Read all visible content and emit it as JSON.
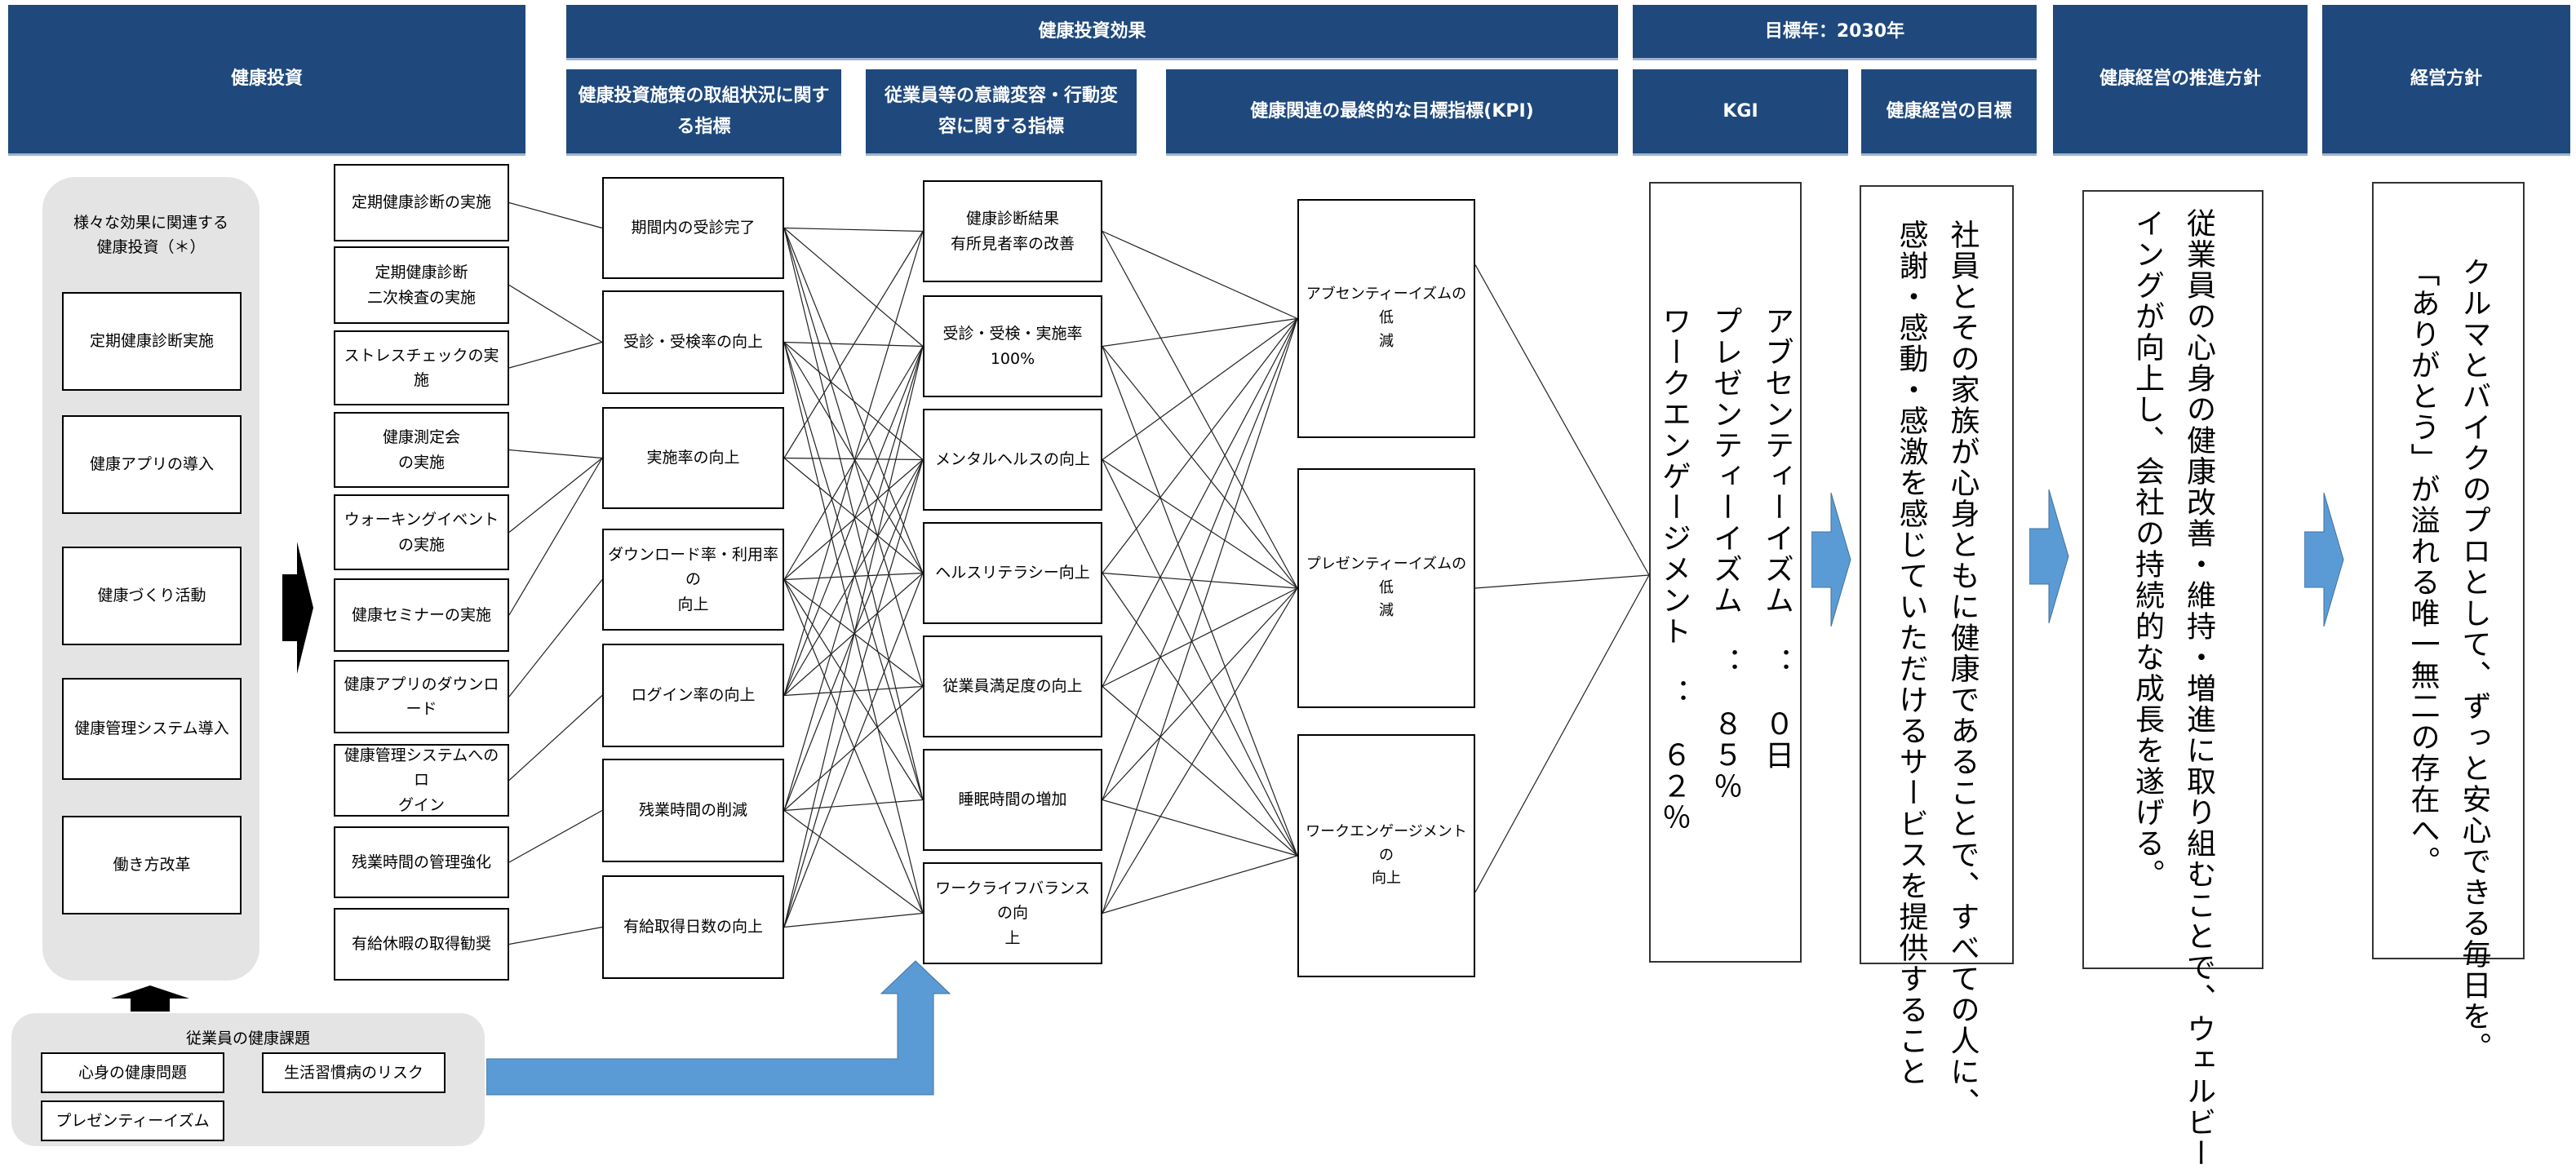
{
  "headers": {
    "investment": "健康投資",
    "effect": "健康投資効果",
    "effect_sub1": "健康投資施策の取組状況に関する指標",
    "effect_sub2": "従業員等の意識変容・行動変容に関する指標",
    "effect_sub3": "健康関連の最終的な目標指標(KPI)",
    "target_year": "目標年：2030年",
    "kgi": "KGI",
    "goal": "健康経営の目標",
    "policy": "健康経営の推進方針",
    "management": "経営方針"
  },
  "left_panel": {
    "title": "様々な効果に関連する\n健康投資（＊）",
    "items": [
      "定期健康診断実施",
      "健康アプリの導入",
      "健康づくり活動",
      "健康管理システム導入",
      "働き方改革"
    ]
  },
  "issues": {
    "title": "従業員の健康課題",
    "items": [
      "心身の健康問題",
      "生活習慣病のリスク",
      "プレゼンティーイズム"
    ]
  },
  "col1": [
    "定期健康診断の実施",
    "定期健康診断\n二次検査の実施",
    "ストレスチェックの実施",
    "健康測定会\nの実施",
    "ウォーキングイベント\nの実施",
    "健康セミナーの実施",
    "健康アプリのダウンロード",
    "健康管理システムへのロ\nグイン",
    "残業時間の管理強化",
    "有給休暇の取得勧奨"
  ],
  "col2": [
    "期間内の受診完了",
    "受診・受検率の向上",
    "実施率の向上",
    "ダウンロード率・利用率の\n向上",
    "ログイン率の向上",
    "残業時間の削減",
    "有給取得日数の向上"
  ],
  "col3": [
    "健康診断結果\n有所見者率の改善",
    "受診・受検・実施率\n100%",
    "メンタルヘルスの向上",
    "ヘルスリテラシー向上",
    "従業員満足度の向上",
    "睡眠時間の増加",
    "ワークライフバランスの向\n上"
  ],
  "kpi": [
    "アブセンティーイズムの低\n減",
    "プレゼンティーイズムの低\n減",
    "ワークエンゲージメントの\n向上"
  ],
  "kgi_lines": [
    "アブセンティーイズム　：　０日",
    "プレゼンティーイズム　：　８５％",
    "ワークエンゲージメント　：　６２％"
  ],
  "goal_text": "社員とその家族が心身ともに健康であることで、すべての人に、\n感謝・感動・感激を感じていただけるサービスを提供すること",
  "policy_text": "従業員の心身の健康改善・維持・増進に取り組むことで、ウェルビー\nイングが向上し、会社の持続的な成長を遂げる。",
  "management_text": "クルマとバイクのプロとして、ずっと安心できる毎日を。\n「ありがとう」が溢れる唯一無二の存在へ。",
  "connections": {
    "col1_to_col2": [
      [
        0,
        0
      ],
      [
        1,
        1
      ],
      [
        2,
        1
      ],
      [
        3,
        2
      ],
      [
        4,
        2
      ],
      [
        5,
        2
      ],
      [
        6,
        3
      ],
      [
        7,
        4
      ],
      [
        8,
        5
      ],
      [
        9,
        6
      ]
    ],
    "col2_to_col3": [
      [
        0,
        0
      ],
      [
        0,
        1
      ],
      [
        0,
        3
      ],
      [
        0,
        4
      ],
      [
        0,
        5
      ],
      [
        1,
        1
      ],
      [
        1,
        2
      ],
      [
        1,
        3
      ],
      [
        1,
        5
      ],
      [
        1,
        6
      ],
      [
        2,
        0
      ],
      [
        2,
        2
      ],
      [
        2,
        3
      ],
      [
        3,
        1
      ],
      [
        3,
        2
      ],
      [
        3,
        3
      ],
      [
        3,
        4
      ],
      [
        3,
        5
      ],
      [
        3,
        6
      ],
      [
        4,
        0
      ],
      [
        4,
        1
      ],
      [
        4,
        2
      ],
      [
        4,
        3
      ],
      [
        4,
        4
      ],
      [
        5,
        1
      ],
      [
        5,
        2
      ],
      [
        5,
        4
      ],
      [
        5,
        5
      ],
      [
        5,
        6
      ],
      [
        6,
        1
      ],
      [
        6,
        2
      ],
      [
        6,
        3
      ],
      [
        6,
        6
      ]
    ],
    "col3_to_kpi": [
      [
        0,
        0
      ],
      [
        0,
        1
      ],
      [
        1,
        0
      ],
      [
        1,
        1
      ],
      [
        1,
        2
      ],
      [
        2,
        0
      ],
      [
        2,
        1
      ],
      [
        2,
        2
      ],
      [
        3,
        0
      ],
      [
        3,
        1
      ],
      [
        3,
        2
      ],
      [
        4,
        0
      ],
      [
        4,
        1
      ],
      [
        4,
        2
      ],
      [
        5,
        0
      ],
      [
        5,
        1
      ],
      [
        5,
        2
      ],
      [
        6,
        0
      ],
      [
        6,
        1
      ],
      [
        6,
        2
      ]
    ]
  },
  "colors": {
    "header": "#1f497d",
    "arrow_blue": "#5b9bd5",
    "panel_gray": "#e4e4e4"
  }
}
